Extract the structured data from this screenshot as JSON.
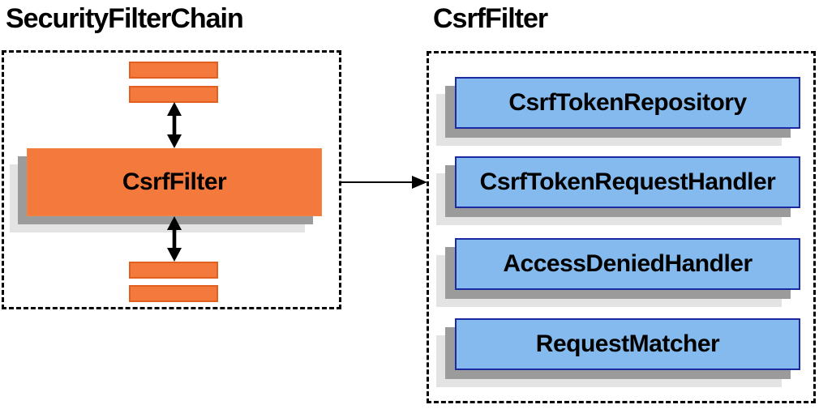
{
  "diagram": {
    "left_panel": {
      "title": "SecurityFilterChain",
      "main_box_label": "CsrfFilter",
      "stack_bars": {
        "above_count": 2,
        "below_count": 2
      }
    },
    "right_panel": {
      "title": "CsrfFilter",
      "components": [
        {
          "label": "CsrfTokenRepository"
        },
        {
          "label": "CsrfTokenRequestHandler"
        },
        {
          "label": "AccessDeniedHandler"
        },
        {
          "label": "RequestMatcher"
        }
      ]
    },
    "connections": {
      "vertical_links": "double-headed arrows between stacked filters and CsrfFilter",
      "horizontal_link": "arrow from SecurityFilterChain CsrfFilter to CsrfFilter detail box"
    },
    "colors": {
      "orange_fill": "#f4793c",
      "orange_border": "#e2601f",
      "blue_fill": "#85baee",
      "blue_border": "#1b2aa3",
      "shadow_near": "#9b9b9b",
      "shadow_far": "#e3e3e3",
      "dashed_border": "#000000",
      "arrow": "#000000",
      "text": "#000000",
      "background": "#ffffff"
    }
  }
}
